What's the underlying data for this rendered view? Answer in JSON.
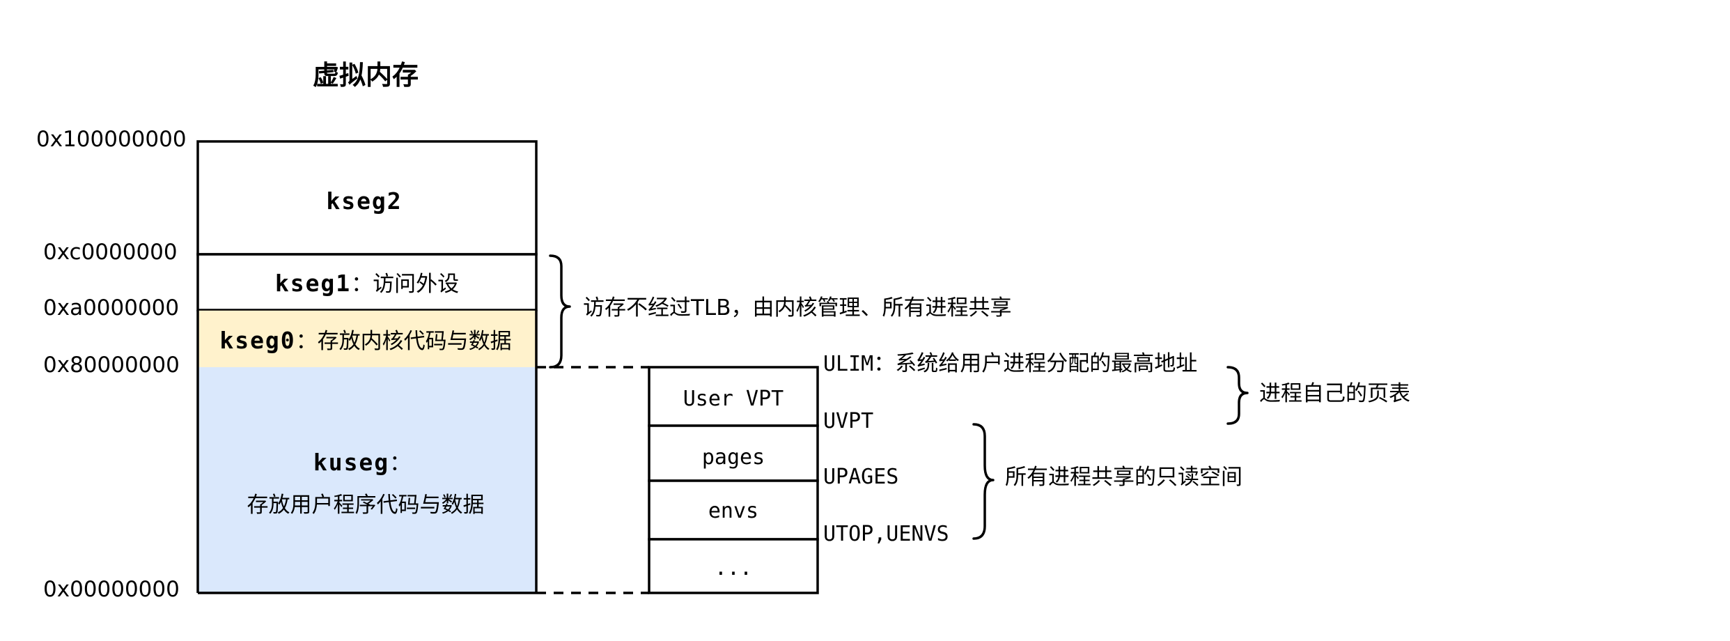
{
  "title": "虚拟内存",
  "colors": {
    "kseg0_fill": "#fff2cc",
    "kuseg_fill": "#dae8fc",
    "stroke": "#000000"
  },
  "addresses": {
    "a100000000": "0x100000000",
    "ac0000000": "0xc0000000",
    "aa0000000": "0xa0000000",
    "a80000000": "0x80000000",
    "a00000000": "0x00000000"
  },
  "segments": {
    "kseg2": {
      "name": "kseg2"
    },
    "kseg1": {
      "name": "kseg1",
      "desc": "：访问外设"
    },
    "kseg0": {
      "name": "kseg0",
      "desc": "：存放内核代码与数据"
    },
    "kuseg": {
      "name": "kuseg",
      "sep": "：",
      "desc": "存放用户程序代码与数据"
    }
  },
  "kernel_note": "访存不经过TLB，由内核管理、所有进程共享",
  "user_layout": {
    "rows": {
      "uservpt": "User VPT",
      "pages": "pages",
      "envs": "envs",
      "ellipsis": "..."
    },
    "markers": {
      "ulim": "ULIM",
      "ulim_desc": "：系统给用户进程分配的最高地址",
      "uvpt": "UVPT",
      "upages": "UPAGES",
      "utop": "UTOP,UENVS"
    }
  },
  "notes": {
    "own_page_table": "进程自己的页表",
    "shared_readonly": "所有进程共享的只读空间"
  }
}
